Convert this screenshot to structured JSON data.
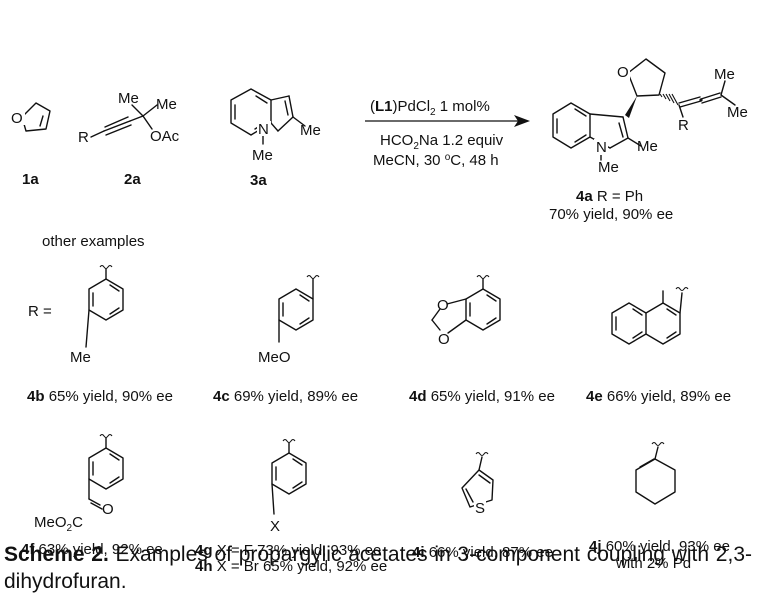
{
  "labels": {
    "cmp1a": "1a",
    "cmp2a": "2a",
    "cmp3a": "3a",
    "me": "Me",
    "oac": "OAc",
    "r": "R",
    "n": "N",
    "o": "O",
    "s": "S",
    "meo": "MeO",
    "x": "X",
    "r_equals": "R =",
    "meo2c_a": "MeO",
    "meo2c_b": "2",
    "meo2c_c": "C"
  },
  "conditions": {
    "catalyst_a": "(",
    "catalyst_b": "L1",
    "catalyst_c": ")PdCl",
    "catalyst_d": "2",
    "catalyst_e": " 1 mol%",
    "reagent_a": "HCO",
    "reagent_b": "2",
    "reagent_c": "Na 1.2 equiv",
    "solvent_a": "MeCN, 30 ",
    "solvent_b": "o",
    "solvent_c": "C, 48 h"
  },
  "product": {
    "id": "4a",
    "rdef": "R = Ph",
    "result": "70% yield, 90% ee"
  },
  "other_examples": "other examples",
  "examples": [
    {
      "id": "4b",
      "result": "65% yield, 90% ee"
    },
    {
      "id": "4c",
      "result": "69% yield, 89% ee"
    },
    {
      "id": "4d",
      "result": "65% yield, 91% ee"
    },
    {
      "id": "4e",
      "result": "66% yield, 89% ee"
    },
    {
      "id": "4f",
      "result": "63% yield, 92% ee"
    },
    {
      "id": "4g",
      "result": "X = F 73% yield, 93% ee"
    },
    {
      "id": "4h",
      "result": "X = Br 65% yield, 92% ee"
    },
    {
      "id": "4i",
      "result": "66% yield, 87% ee"
    },
    {
      "id": "4j",
      "result": "60% yield, 93% ee",
      "note": "with 2% Pd"
    }
  ],
  "caption": {
    "label": "Scheme 2.",
    "text": " Examples of propargylic acetates in 3-component coupling with 2,3-dihydrofuran."
  }
}
